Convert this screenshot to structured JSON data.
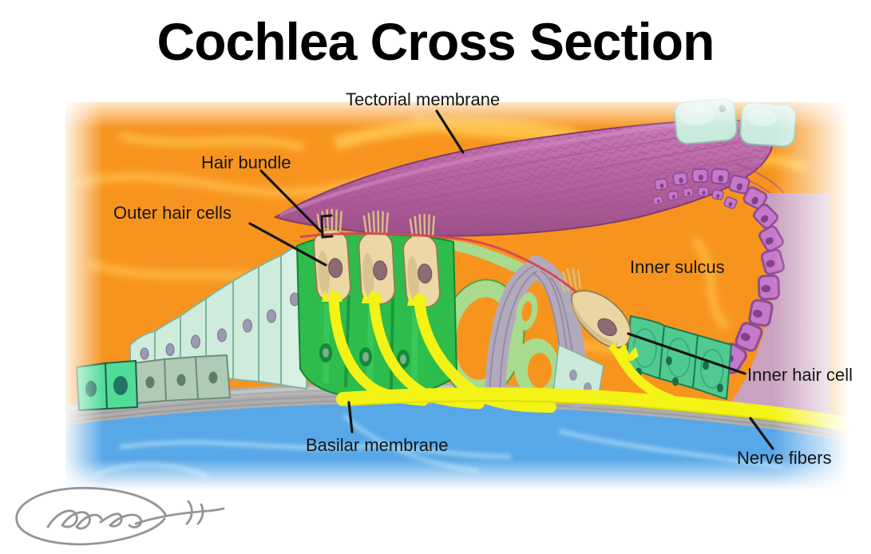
{
  "page": {
    "title": "Cochlea Cross Section"
  },
  "labels": {
    "tectorial_membrane": "Tectorial membrane",
    "hair_bundle": "Hair bundle",
    "outer_hair_cells": "Outer hair cells",
    "inner_sulcus": "Inner sulcus",
    "inner_hair_cell": "Inner hair cell",
    "basilar_membrane": "Basilar membrane",
    "nerve_fibers": "Nerve fibers"
  },
  "signature": {
    "description": "artist signature (illegible cursive)"
  },
  "colors": {
    "endolymph_orange": "#F7941E",
    "scala_tympani_blue": "#58A7E7",
    "tectorial_membrane_magenta": "#B5619F",
    "hair_cell_tan": "#EBD8A6",
    "deiters_cell_green": "#2EBC4C",
    "hensen_cell_mint": "#CEEBDC",
    "nerve_fiber_yellow": "#F3F316",
    "basilar_membrane_gray": "#AEAEAE",
    "spiral_cell_purple": "#C678CA",
    "lavender_region": "#C7A2C9",
    "reticular_lamina_red": "#D4494F",
    "label_ink": "#151515"
  }
}
